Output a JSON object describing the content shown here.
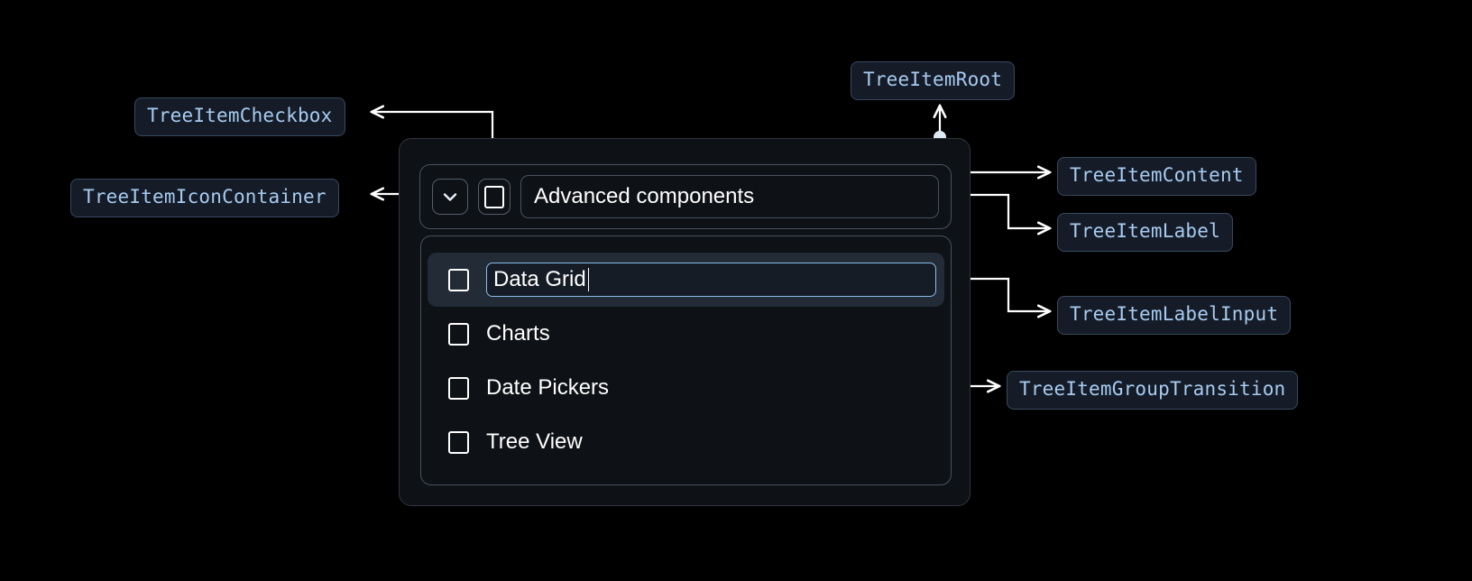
{
  "theme": {
    "background": "#000000",
    "panel_bg": "#0e1116",
    "panel_border": "#4a525c",
    "chip_bg": "#151c28",
    "chip_border": "#39485c",
    "chip_text": "#a7cbf0",
    "selected_row_bg": "#222b36",
    "input_border": "#8cbbec",
    "connector": "#ffffff",
    "text": "#ffffff"
  },
  "annotations": [
    {
      "id": "TreeItemCheckbox",
      "label": "TreeItemCheckbox"
    },
    {
      "id": "TreeItemIconContainer",
      "label": "TreeItemIconContainer"
    },
    {
      "id": "TreeItemRoot",
      "label": "TreeItemRoot"
    },
    {
      "id": "TreeItemContent",
      "label": "TreeItemContent"
    },
    {
      "id": "TreeItemLabel",
      "label": "TreeItemLabel"
    },
    {
      "id": "TreeItemLabelInput",
      "label": "TreeItemLabelInput"
    },
    {
      "id": "TreeItemGroupTransition",
      "label": "TreeItemGroupTransition"
    }
  ],
  "tree": {
    "root_item": {
      "icon": "chevron-down-icon",
      "checkbox_checked": false,
      "label": "Advanced components"
    },
    "children": [
      {
        "label": "Data Grid",
        "checkbox_checked": false,
        "editing": true,
        "selected": true
      },
      {
        "label": "Charts",
        "checkbox_checked": false,
        "editing": false,
        "selected": false
      },
      {
        "label": "Date Pickers",
        "checkbox_checked": false,
        "editing": false,
        "selected": false
      },
      {
        "label": "Tree View",
        "checkbox_checked": false,
        "editing": false,
        "selected": false
      }
    ]
  }
}
